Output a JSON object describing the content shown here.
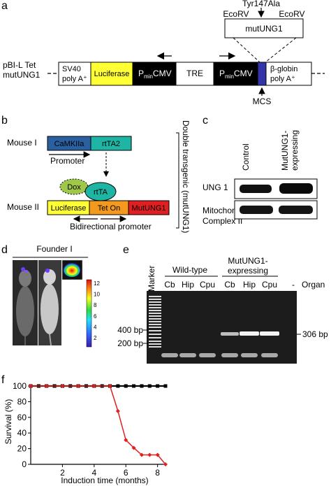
{
  "panel_a": {
    "letter": "a",
    "construct_label_1": "pBI-L Tet",
    "construct_label_2": "mutUNG1",
    "mutation": "Tyr147Ala",
    "ecorv_left": "EcoRV",
    "ecorv_right": "EcoRV",
    "insert": "mutUNG1",
    "sv40_1": "SV40",
    "sv40_2": "poly A⁺",
    "luciferase": "Luciferase",
    "pmin_left_p": "P",
    "pmin_left_sub": "min",
    "pmin_left_cmv": "CMV",
    "tre": "TRE",
    "pmin_right_p": "P",
    "pmin_right_sub": "min",
    "pmin_right_cmv": "CMV",
    "bglobin_1": "β-globin",
    "bglobin_2": "poly A⁺",
    "mcs": "MCS",
    "colors": {
      "luciferase": "#ffff33",
      "promoter": "#000000",
      "mcs": "#3333aa"
    }
  },
  "panel_b": {
    "letter": "b",
    "mouse1": "Mouse I",
    "camkii": "CaMKIIa",
    "rtta2": "rtTA2",
    "promoter": "Promoter",
    "dox": "Dox",
    "rtta": "rtTA",
    "mouse2": "Mouse II",
    "luciferase": "Luciferase",
    "teton": "Tet On",
    "mutung": "MutUNG1",
    "bidir": "Bidirectional promoter",
    "vertical": "Double transgenic (mutUNG1)",
    "colors": {
      "camkii": "#2a5fa0",
      "rtta2": "#1fb5a5",
      "dox": "#9fc84a",
      "rtta": "#1fb5a5",
      "luciferase": "#ffff33",
      "teton": "#f39a1e",
      "mutung": "#e02020"
    }
  },
  "panel_c": {
    "letter": "c",
    "col1": "Control",
    "col2a": "MutUNG1-",
    "col2b": "expressing",
    "row1": "UNG 1",
    "row2a": "Mitochondrial",
    "row2b": "Complex II"
  },
  "panel_d": {
    "letter": "d",
    "title": "Founder I",
    "scale_ticks": [
      "12",
      "10",
      "8",
      "6",
      "4",
      "2"
    ]
  },
  "panel_e": {
    "letter": "e",
    "marker": "Marker",
    "wild_type": "Wild-type",
    "mut_1": "MutUNG1-",
    "mut_2": "expressing",
    "lanes": [
      "Cb",
      "Hip",
      "Cpu",
      "Cb",
      "Hip",
      "Cpu",
      "-"
    ],
    "organ": "Organ",
    "bp400": "400 bp",
    "bp200": "200 bp",
    "bp306": "306 bp"
  },
  "panel_f": {
    "letter": "f"
  },
  "chart_data": {
    "type": "line",
    "xlabel": "Induction time (months)",
    "ylabel": "Survival (%)",
    "xlim": [
      0,
      8.5
    ],
    "ylim": [
      0,
      100
    ],
    "xticks": [
      2,
      4,
      6,
      8
    ],
    "yticks": [
      0,
      20,
      40,
      60,
      80,
      100
    ],
    "series": [
      {
        "color": "#000000",
        "marker": "square",
        "x": [
          0,
          0.5,
          1,
          1.5,
          2,
          2.5,
          3,
          3.5,
          4,
          4.5,
          5,
          5.5,
          6,
          6.5,
          7,
          7.5,
          8,
          8.5
        ],
        "y": [
          100,
          100,
          100,
          100,
          100,
          100,
          100,
          100,
          100,
          100,
          100,
          100,
          100,
          100,
          100,
          100,
          100,
          100
        ]
      },
      {
        "color": "#e02020",
        "marker": "diamond",
        "x": [
          0,
          1,
          2,
          3,
          4,
          5,
          5.5,
          6,
          6.5,
          7,
          7.5,
          8,
          8.5
        ],
        "y": [
          100,
          100,
          100,
          100,
          100,
          100,
          68,
          31,
          21,
          12,
          12,
          12,
          0
        ]
      }
    ]
  }
}
